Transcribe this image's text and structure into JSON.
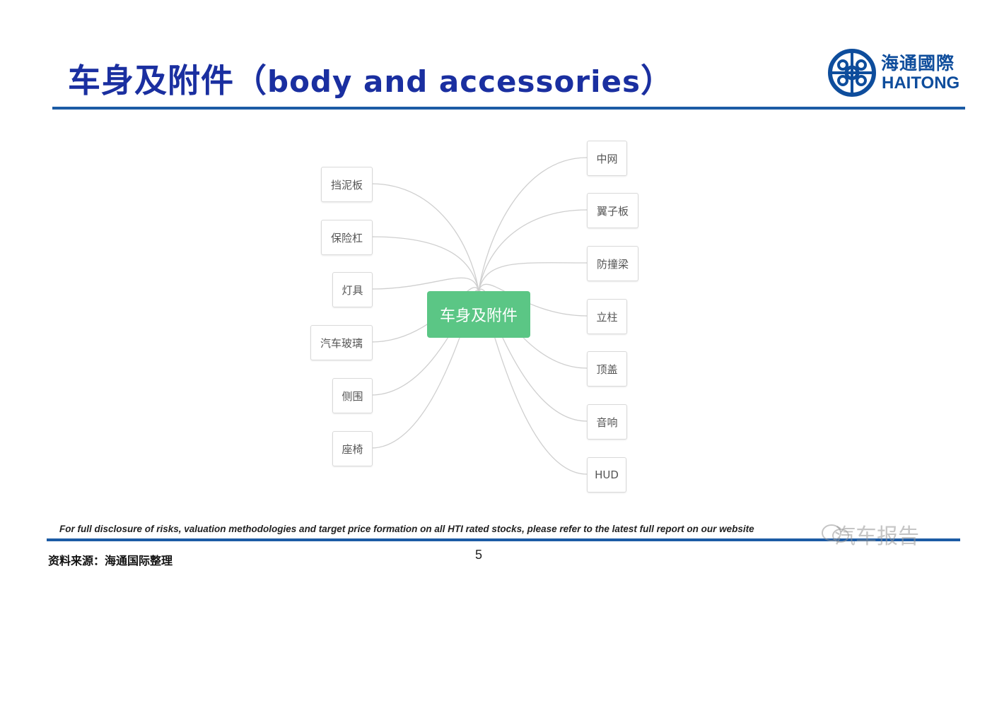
{
  "title": {
    "cn": "车身及附件（",
    "en": "body and accessories",
    "close": "）"
  },
  "logo": {
    "cn": "海通國際",
    "en": "HAITONG"
  },
  "mindmap": {
    "center": "车身及附件",
    "left": [
      "挡泥板",
      "保险杠",
      "灯具",
      "汽车玻璃",
      "侧围",
      "座椅"
    ],
    "right": [
      "中网",
      "翼子板",
      "防撞梁",
      "立柱",
      "顶盖",
      "音响",
      "HUD"
    ]
  },
  "footer": {
    "disclaimer": "For full disclosure of risks, valuation methodologies and target price formation on all HTI rated stocks, please refer to the latest full report on our website",
    "watermark": "汽车报告",
    "source": "资料来源：海通国际整理",
    "page": "5"
  },
  "colors": {
    "brand": "#1c5ba5",
    "title": "#1a2fa0",
    "center": "#5bc685"
  }
}
